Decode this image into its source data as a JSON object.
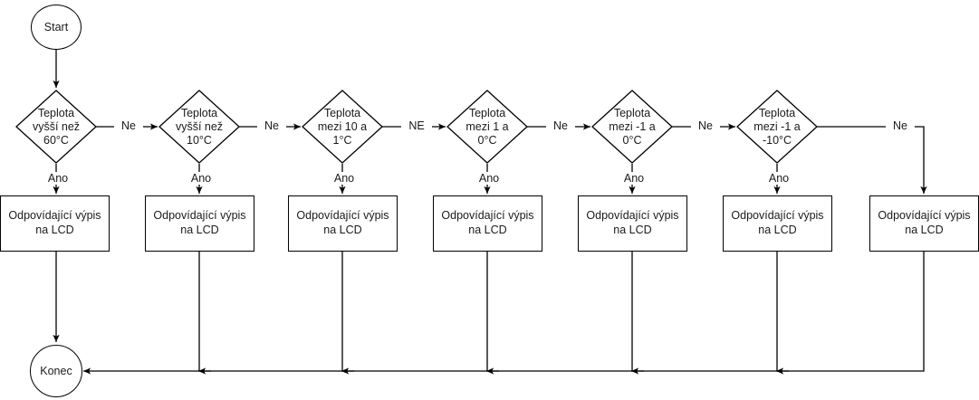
{
  "diagram": {
    "type": "flowchart",
    "start": {
      "label": "Start"
    },
    "end": {
      "label": "Konec"
    },
    "yes_label": "Ano",
    "process_label": "Odpovídající výpis na LCD",
    "branches": [
      {
        "decision": "Teplota\nvyšší než\n60°C",
        "no_label": "Ne",
        "yes_label": "Ano",
        "process": "Odpovídající výpis na LCD"
      },
      {
        "decision": "Teplota\nvyšší než\n10°C",
        "no_label": "Ne",
        "yes_label": "Ano",
        "process": "Odpovídající výpis na LCD"
      },
      {
        "decision": "Teplota\nmezi 10 a\n1°C",
        "no_label": "NE",
        "yes_label": "Ano",
        "process": "Odpovídající výpis na LCD"
      },
      {
        "decision": "Teplota\nmezi 1 a\n0°C",
        "no_label": "Ne",
        "yes_label": "Ano",
        "process": "Odpovídající výpis na LCD"
      },
      {
        "decision": "Teplota\nmezi -1 a\n0°C",
        "no_label": "Ne",
        "yes_label": "Ano",
        "process": "Odpovídající výpis na LCD"
      },
      {
        "decision": "Teplota\nmezi -1 a\n-10°C",
        "no_label": "Ne",
        "yes_label": "Ano",
        "process": "Odpovídající výpis na LCD"
      }
    ],
    "final_process": "Odpovídající výpis na LCD",
    "colors": {
      "stroke": "#000000",
      "text": "#1a1a1a",
      "fill": "#ffffff"
    }
  }
}
